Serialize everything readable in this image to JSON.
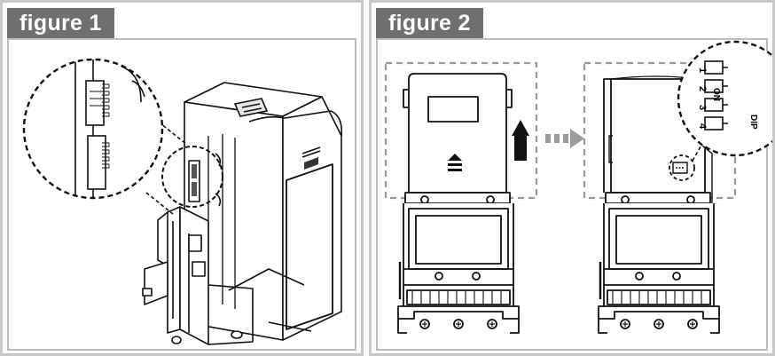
{
  "figures": [
    {
      "label": "figure 1"
    },
    {
      "label": "figure 2"
    }
  ],
  "dip_switch": {
    "title": "DIP",
    "on_label": "ON",
    "positions": [
      "1",
      "2",
      "3",
      "4"
    ]
  },
  "colors": {
    "tab_background": "#6f6f6f",
    "frame_border": "#bdbdbd",
    "line": "#111111"
  }
}
